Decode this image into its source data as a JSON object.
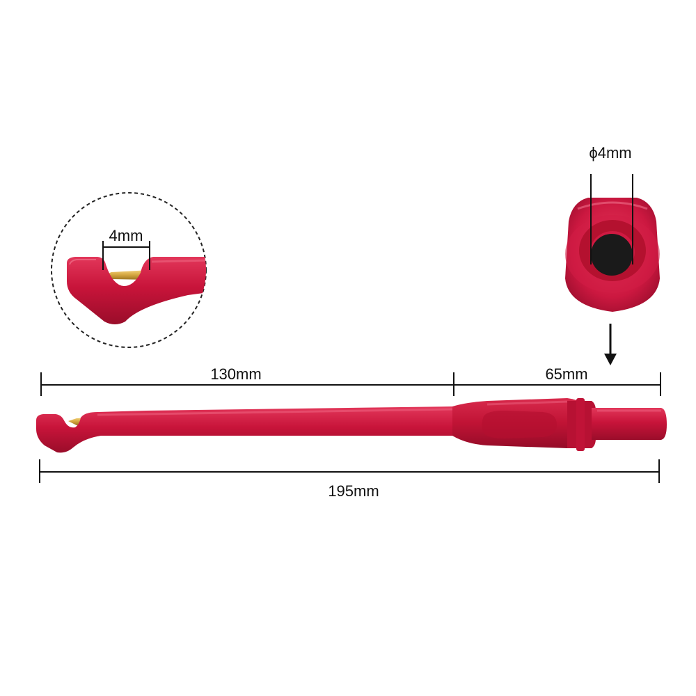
{
  "labels": {
    "hook_width": "4mm",
    "socket_diameter": "ϕ4mm",
    "left_section_length": "130mm",
    "right_section_length": "65mm",
    "total_length": "195mm"
  },
  "colors": {
    "probe_red": "#c8143a",
    "probe_red_dark": "#9e0f2c",
    "probe_red_light": "#e0304f",
    "pin_gold": "#d4a640",
    "socket_hole": "#1a1a1a",
    "dimension_line": "#111111",
    "callout_border": "#222222"
  },
  "icons": {
    "detail_callout": "dashed-circle-detail",
    "pointer_arrow": "arrow-down-icon"
  }
}
